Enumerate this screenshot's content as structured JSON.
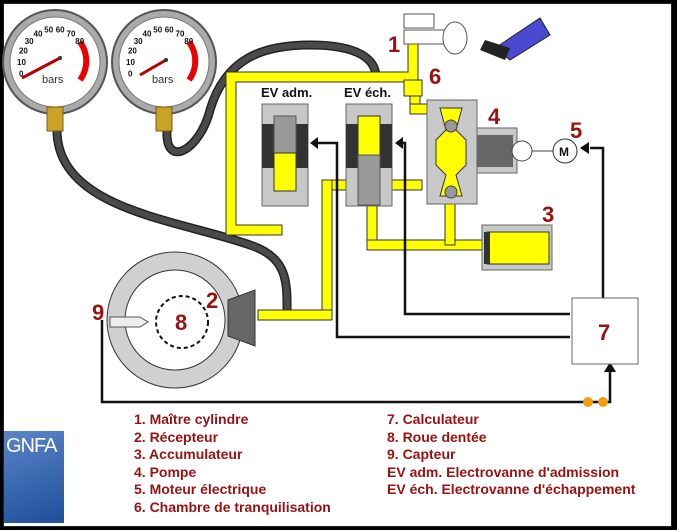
{
  "diagram": {
    "subject": "Circuit hydraulique ABS",
    "gauges": [
      {
        "name": "gauge-left",
        "unit": "bars",
        "ticks": [
          "0",
          "10",
          "20",
          "30",
          "40",
          "50",
          "60",
          "70",
          "80"
        ]
      },
      {
        "name": "gauge-right",
        "unit": "bars",
        "ticks": [
          "0",
          "10",
          "20",
          "30",
          "40",
          "50",
          "60",
          "70",
          "80"
        ]
      }
    ],
    "component_numbers": {
      "n1": "1",
      "n2": "2",
      "n3": "3",
      "n4": "4",
      "n5": "5",
      "n6": "6",
      "n7": "7",
      "n8": "8",
      "n9": "9"
    },
    "valve_labels": {
      "adm": "EV adm.",
      "ech": "EV éch."
    },
    "motor_symbol": "M",
    "colors": {
      "fluid": "#ffff00",
      "label_red": "#9b1010",
      "body_gray": "#c8c8c8",
      "hose": "#444444",
      "signal_dots": "#f39c12"
    }
  },
  "legend": {
    "left": [
      "1. Maître cylindre",
      "2. Récepteur",
      "3. Accumulateur",
      "4. Pompe",
      "5. Moteur électrique",
      "6. Chambre de tranquilisation"
    ],
    "right": [
      "7. Calculateur",
      "8. Roue dentée",
      "9. Capteur",
      "EV adm. Electrovanne d'admission",
      "EV éch. Electrovanne d'échappement"
    ]
  },
  "logo": {
    "text": "GNFA"
  }
}
